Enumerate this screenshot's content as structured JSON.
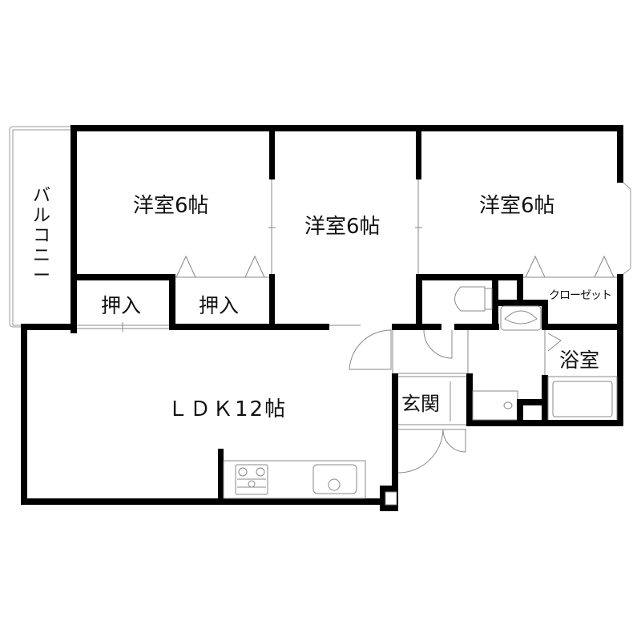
{
  "floor_plan": {
    "layout_type": "3LDK",
    "rooms": [
      {
        "id": "western-room-1",
        "label": "洋室6帖"
      },
      {
        "id": "western-room-2",
        "label": "洋室6帖"
      },
      {
        "id": "western-room-3",
        "label": "洋室6帖"
      },
      {
        "id": "closet-1",
        "label": "押入"
      },
      {
        "id": "closet-2",
        "label": "押入"
      },
      {
        "id": "walk-closet",
        "label": "クローゼット"
      },
      {
        "id": "ldk",
        "label": "ＬＤＫ12帖"
      },
      {
        "id": "entrance",
        "label": "玄関"
      },
      {
        "id": "bathroom",
        "label": "浴室"
      },
      {
        "id": "balcony",
        "label": "バルコニー"
      }
    ],
    "balcony_chars": [
      "バ",
      "ル",
      "コ",
      "ニ",
      "ー"
    ],
    "fixtures": [
      "toilet",
      "washbasin",
      "washing-machine-pan",
      "bathtub",
      "gas-stove",
      "kitchen-sink"
    ],
    "colors": {
      "wall": "#000000",
      "line": "#888888",
      "background": "#ffffff"
    }
  }
}
